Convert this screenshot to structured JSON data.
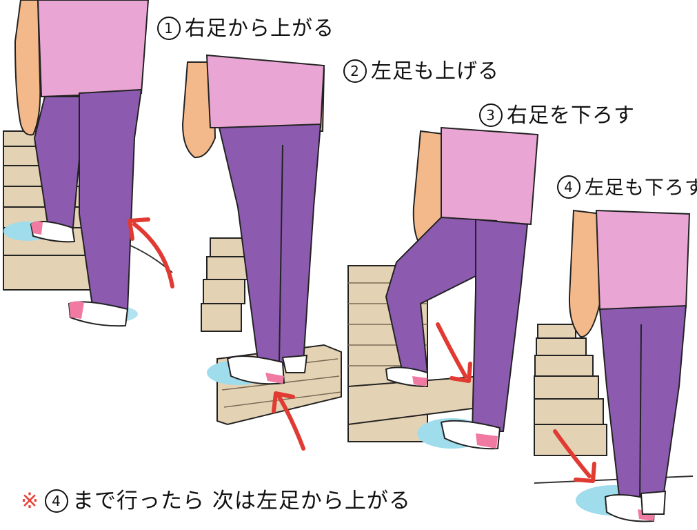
{
  "steps": [
    {
      "number": "1",
      "text": "右足から上がる"
    },
    {
      "number": "2",
      "text": "左足も上げる"
    },
    {
      "number": "3",
      "text": "右足を下ろす"
    },
    {
      "number": "4",
      "text": "左足も下ろす"
    }
  ],
  "note": {
    "mark": "※",
    "number": "4",
    "text": "まで行ったら 次は左足から上がる"
  },
  "colors": {
    "shirt": "#e9a6d4",
    "pants": "#8c5bb0",
    "skin": "#f4b98a",
    "stairs": "#e4d2b4",
    "sock": "#f07aa2",
    "arrow": "#e03a32",
    "floor_shadow": "#9fdcec"
  }
}
